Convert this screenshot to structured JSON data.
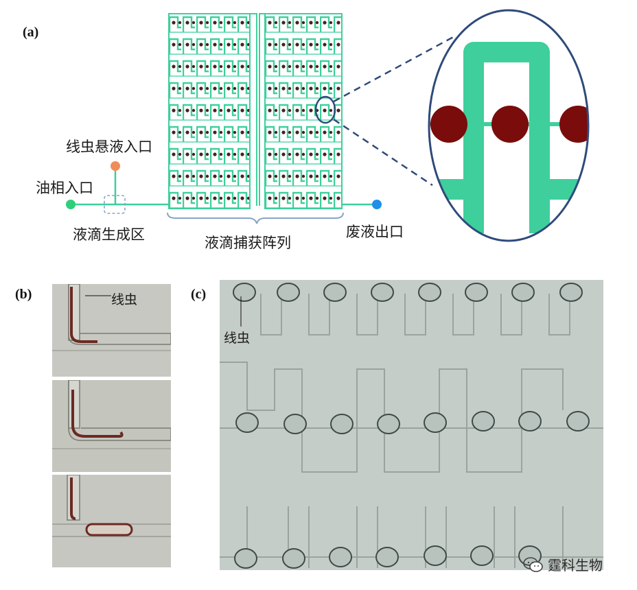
{
  "panel_labels": {
    "a": "(a)",
    "b": "(b)",
    "c": "(c)"
  },
  "panel_a": {
    "worm_inlet": "线虫悬液入口",
    "oil_inlet": "油相入口",
    "generation_zone": "液滴生成区",
    "trap_array": "液滴捕获阵列",
    "waste_outlet": "废液出口"
  },
  "panel_b": {
    "worm_label": "线虫"
  },
  "panel_c": {
    "worm_label": "线虫"
  },
  "watermark": {
    "text": "霆科生物",
    "icon": "wechat-icon"
  },
  "colors": {
    "channel": "#3ecf9c",
    "droplet": "#7a0c0c",
    "oil_inlet": "#2fcf7a",
    "worm_inlet": "#f08c5a",
    "waste_outlet": "#1f8fe8",
    "zoom_ring": "#2f4a7a",
    "bracket": "#8aa4c8"
  }
}
